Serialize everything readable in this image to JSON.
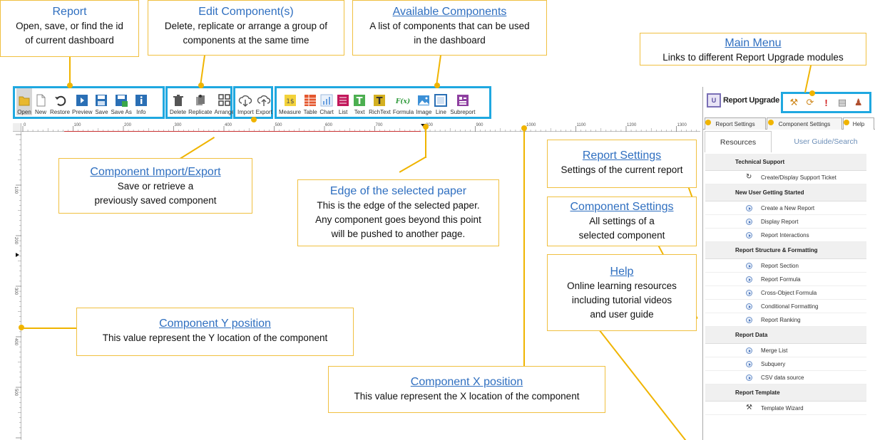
{
  "callouts": {
    "report": {
      "title": "Report",
      "desc": "Open, save, or find the id\nof current dashboard"
    },
    "edit": {
      "title": "Edit Component(s)",
      "desc": "Delete, replicate or arrange a group of\ncomponents  at the same time"
    },
    "available": {
      "title": "Available Components",
      "desc": "A list of components  that can be used\nin the dashboard"
    },
    "main_menu": {
      "title": "Main Menu",
      "desc": "Links to different Report Upgrade modules"
    },
    "import_export": {
      "title": "Component Import/Export",
      "desc": "Save or retrieve a\npreviously saved component"
    },
    "paper_edge": {
      "title": "Edge of the selected paper",
      "desc": "This is the edge of the selected paper.\nAny component  goes beyond this point\nwill be pushed to another page."
    },
    "report_settings": {
      "title": "Report Settings",
      "desc": "Settings of the current report"
    },
    "component_settings": {
      "title": "Component Settings",
      "desc": "All settings of a\nselected component"
    },
    "help": {
      "title": "Help",
      "desc": "Online learning resources\nincluding tutorial videos\nand user guide"
    },
    "y_position": {
      "title": "Component Y position",
      "desc": "This value represent  the Y location of the component"
    },
    "x_position": {
      "title": "Component X position",
      "desc": "This value represent  the X location of the component"
    }
  },
  "toolbar": {
    "report_group": [
      {
        "label": "Open",
        "icon": "folder-icon"
      },
      {
        "label": "New",
        "icon": "new-file-icon"
      },
      {
        "label": "Restore",
        "icon": "undo-icon"
      },
      {
        "label": "Preview",
        "icon": "preview-icon"
      },
      {
        "label": "Save",
        "icon": "floppy-icon"
      },
      {
        "label": "Save As",
        "icon": "floppy-green-icon"
      },
      {
        "label": "Info",
        "icon": "info-icon"
      }
    ],
    "edit_group": [
      {
        "label": "Delete",
        "icon": "trash-icon"
      },
      {
        "label": "Replicate",
        "icon": "replicate-icon"
      },
      {
        "label": "Arrange",
        "icon": "grid-icon"
      }
    ],
    "io_group": [
      {
        "label": "Import",
        "icon": "cloud-download-icon"
      },
      {
        "label": "Export",
        "icon": "cloud-upload-icon"
      }
    ],
    "component_group": [
      {
        "label": "Measure",
        "icon": "measure-icon"
      },
      {
        "label": "Table",
        "icon": "table-icon"
      },
      {
        "label": "Chart",
        "icon": "chart-icon"
      },
      {
        "label": "List",
        "icon": "list-icon"
      },
      {
        "label": "Text",
        "icon": "text-icon"
      },
      {
        "label": "RichText",
        "icon": "richtext-icon"
      },
      {
        "label": "Formula",
        "icon": "formula-icon"
      },
      {
        "label": "Image",
        "icon": "image-icon"
      },
      {
        "label": "Line",
        "icon": "line-icon"
      },
      {
        "label": "Subreport",
        "icon": "subreport-icon"
      }
    ]
  },
  "ruler": {
    "h_labels": [
      "0",
      "100",
      "200",
      "300",
      "400",
      "500",
      "600",
      "700",
      "800",
      "900",
      "1000",
      "1100",
      "1200",
      "1300"
    ],
    "v_labels": [
      "100",
      "200",
      "300",
      "400",
      "500"
    ]
  },
  "panel": {
    "logo_letter": "U",
    "logo_text": "Report Upgrade",
    "tabs": [
      "Report Settings",
      "Component Settings",
      "Help"
    ],
    "resource_tabs": [
      "Resources",
      "User Guide/Search"
    ],
    "sections": [
      {
        "title": "Technical Support",
        "items": [
          "Create/Display Support Ticket"
        ]
      },
      {
        "title": "New User Getting Started",
        "items": [
          "Create a New Report",
          "Display Report",
          "Report Interactions"
        ]
      },
      {
        "title": "Report Structure & Formatting",
        "items": [
          "Report Section",
          "Report Formula",
          "Cross-Object Formula",
          "Conditional Formatting",
          "Report Ranking"
        ]
      },
      {
        "title": "Report Data",
        "items": [
          "Merge List",
          "Subquery",
          "CSV data source"
        ]
      },
      {
        "title": "Report Template",
        "items": [
          "Template Wizard"
        ]
      }
    ]
  },
  "colors": {
    "accent_blue": "#1fa8e0",
    "callout_border": "#f0c040",
    "link_blue": "#2f6fc0"
  }
}
